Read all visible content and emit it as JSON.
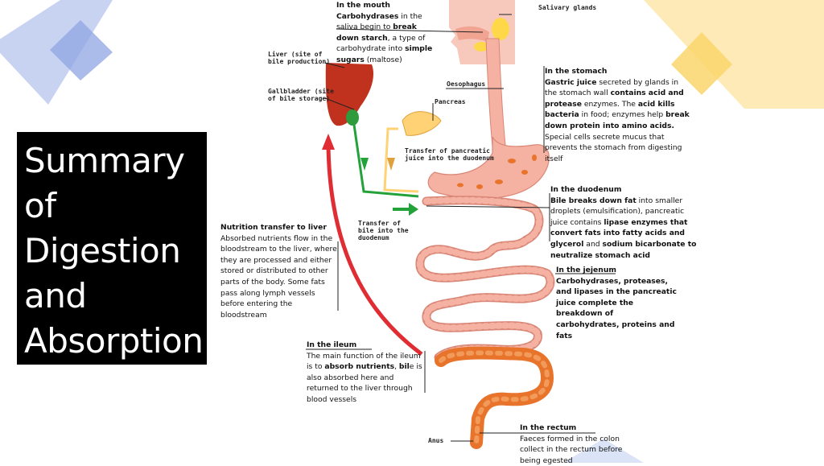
{
  "title": "Summary\nof\nDigestion\nand\nAbsorption",
  "colors": {
    "accent_blue": "#4a6fd0",
    "accent_yellow": "#ffd23f",
    "organ_pink": "#f5b1a2",
    "organ_orange": "#e8742c",
    "liver_red": "#c0311e",
    "bile_green": "#23a23a",
    "arrow_red": "#e02d33"
  },
  "diagram_labels": {
    "salivary": "Salivary glands",
    "liver": "Liver (site of\nbile production)",
    "gallbladder": "Gallbladder (site\nof bile storage)",
    "oesophagus": "Oesophagus",
    "pancreas": "Pancreas",
    "pancreatic": "Transfer of pancreatic\njuice into the duodenum",
    "bile": "Transfer of\nbile into the\nduodenum",
    "anus": "Anus"
  },
  "mouth": {
    "heading": "In the mouth",
    "t1": "Carbohydrases",
    "t2": " in the saliva begin to ",
    "t3": "break down starch",
    "t4": ", a type of carbohydrate into ",
    "t5": "simple sugars",
    "t6": " (maltose)"
  },
  "stomach": {
    "heading": "In the stomach",
    "t1": "Gastric juice",
    "t2": " secreted by glands in the stomach wall ",
    "t3": "contains acid and protease",
    "t4": " enzymes. The ",
    "t5": "acid kills bacteria",
    "t6": " in food; enzymes help ",
    "t7": "break down protein into amino acids.",
    "t8": " Special cells secrete mucus that prevents the stomach from digesting itself"
  },
  "duodenum": {
    "heading": "In the duodenum",
    "t1": "Bile breaks down fat",
    "t2": " into smaller droplets (emulsification), pancreatic juice contains ",
    "t3": "lipase enzymes that convert fats into fatty acids and glycerol",
    "t4": " and ",
    "t5": "sodium bicarbonate to neutralize stomach acid"
  },
  "jejenum": {
    "heading": "In the jejenum",
    "t1": "Carbohydrases, proteases, and lipases in the pancreatic juice complete the breakdown of carbohydrates, proteins and fats"
  },
  "liver_transfer": {
    "heading": "Nutrition transfer to liver",
    "t1": "Absorbed nutrients flow in the bloodstream to the liver, where they are processed and either stored or distributed to other parts of the body. Some fats pass along lymph vessels before entering the bloodstream"
  },
  "ileum": {
    "heading": "In the ileum",
    "t1": "The main function of the ileum is to ",
    "t2": "absorb nutrients",
    "t3": ", ",
    "t4": "bil",
    "t5": "e is also absorbed here and returned to the liver through blood vessels"
  },
  "rectum": {
    "heading": "In the rectum",
    "t1": "Faeces formed in the colon collect in the rectum before being egested"
  }
}
